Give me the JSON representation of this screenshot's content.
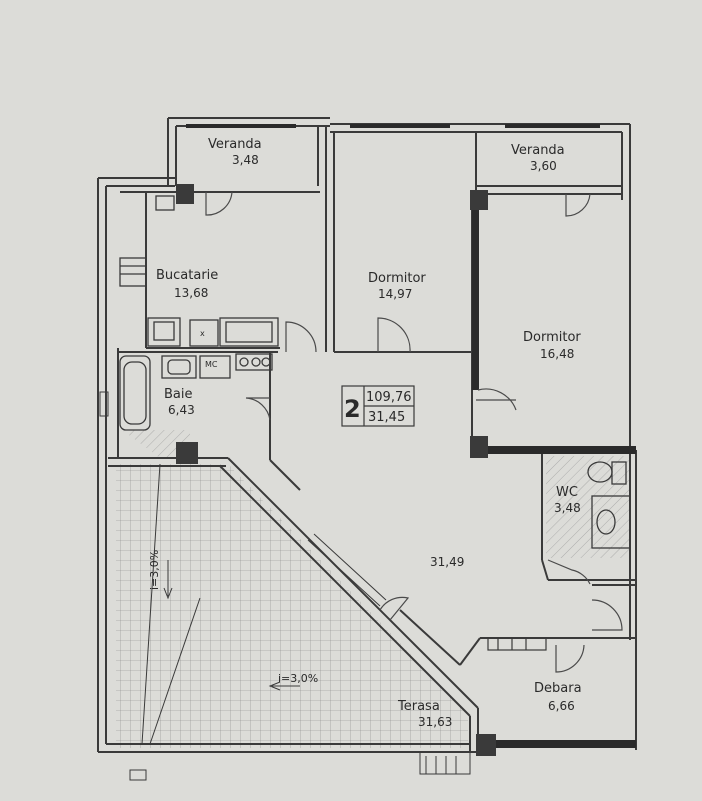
{
  "apartment": {
    "rooms_count": "2",
    "total_area": "109,76",
    "living_area": "31,45"
  },
  "rooms": {
    "veranda_left": {
      "name": "Veranda",
      "area": "3,48"
    },
    "veranda_right": {
      "name": "Veranda",
      "area": "3,60"
    },
    "kitchen": {
      "name": "Bucatarie",
      "area": "13,68"
    },
    "bedroom_1": {
      "name": "Dormitor",
      "area": "14,97"
    },
    "bedroom_2": {
      "name": "Dormitor",
      "area": "16,48"
    },
    "bathroom": {
      "name": "Baie",
      "area": "6,43"
    },
    "hall": {
      "area": "31,49"
    },
    "wc": {
      "name": "WC",
      "area": "3,48"
    },
    "storage": {
      "name": "Debara",
      "area": "6,66"
    },
    "terrace": {
      "name": "Terasa",
      "area": "31,63"
    }
  },
  "fixtures": {
    "washer_label": "MC",
    "stove_label": "x"
  },
  "slopes": {
    "terrace_1": "i=3,0%",
    "terrace_2": "i=3,0%"
  }
}
